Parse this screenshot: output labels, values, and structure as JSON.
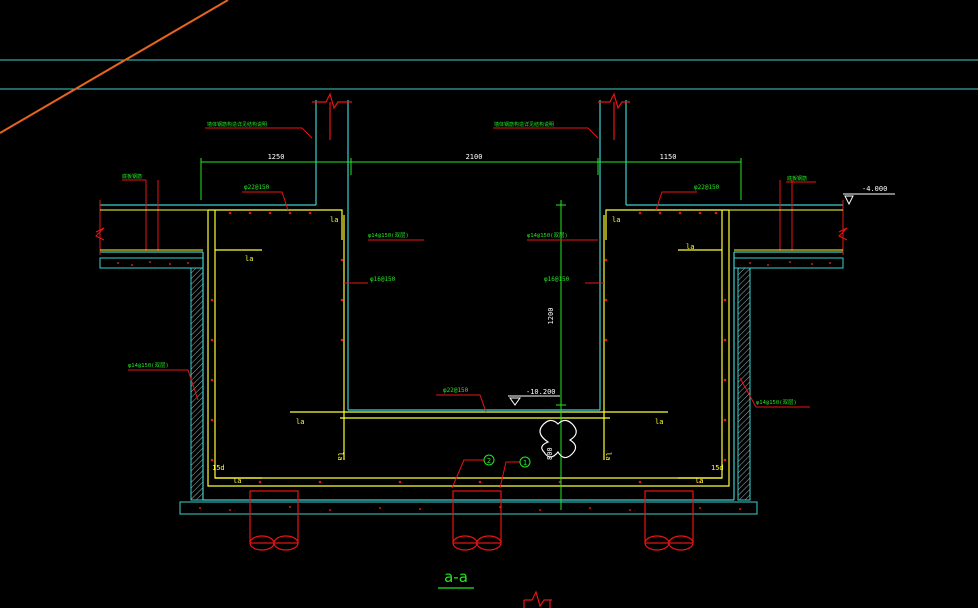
{
  "colors": {
    "background": "#000000",
    "cyan": "#3ecfcf",
    "yellow": "#ffff33",
    "green": "#22e822",
    "red": "#e81414",
    "white": "#ffffff",
    "orange": "#e8641e",
    "concrete_grey": "#8fb3b3"
  },
  "dimensions": {
    "left_span": "1250",
    "middle_span": "2100",
    "right_span": "1150",
    "depth": "1200",
    "side_height": "800"
  },
  "elevations": {
    "top": "-4.000",
    "pit_bottom": "-10.200"
  },
  "rebar_labels": {
    "left_top": "φ22@150",
    "right_top": "φ22@150",
    "left_wall_upper": "φ14@150(双层)",
    "right_wall_upper": "φ14@150(双层)",
    "left_wall_mid": "φ16@150",
    "right_wall_mid": "φ16@150",
    "left_side_wall": "φ14@150(双层)",
    "right_side_wall": "φ14@150(双层)",
    "bottom": "φ22@150"
  },
  "anchor_marks": {
    "la": "la",
    "l_15d": "15d"
  },
  "notes": {
    "left_wall_note": "墙体钢筋构造详见结构说明",
    "right_wall_note": "墙体钢筋构造详见结构说明",
    "left_edge_note": "底板钢筋",
    "right_edge_note": "底板钢筋"
  },
  "markers": {
    "m1": "1",
    "m2": "2"
  },
  "section_title": "a-a"
}
